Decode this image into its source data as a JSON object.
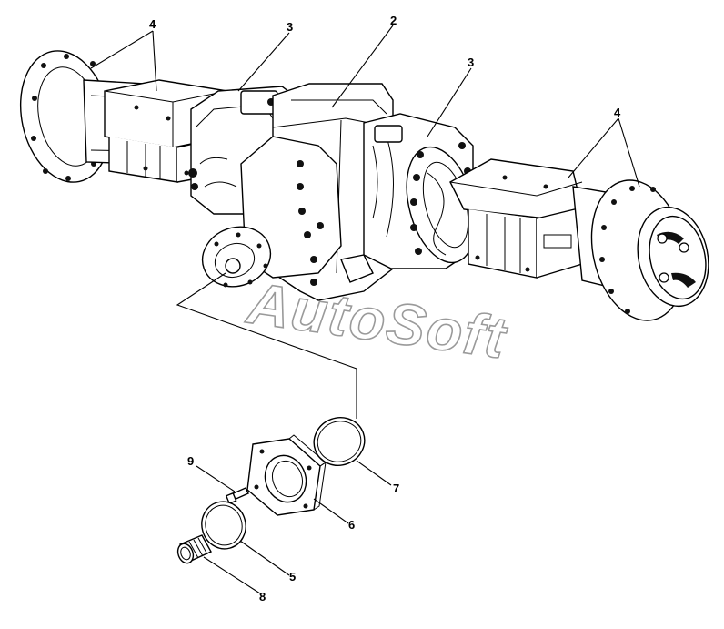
{
  "diagram": {
    "watermark": "AutoSoft",
    "callouts": [
      {
        "id": "c4a",
        "label": "4"
      },
      {
        "id": "c3a",
        "label": "3"
      },
      {
        "id": "c2",
        "label": "2"
      },
      {
        "id": "c3b",
        "label": "3"
      },
      {
        "id": "c4b",
        "label": "4"
      },
      {
        "id": "c9",
        "label": "9"
      },
      {
        "id": "c7",
        "label": "7"
      },
      {
        "id": "c6",
        "label": "6"
      },
      {
        "id": "c5",
        "label": "5"
      },
      {
        "id": "c8",
        "label": "8"
      }
    ]
  }
}
